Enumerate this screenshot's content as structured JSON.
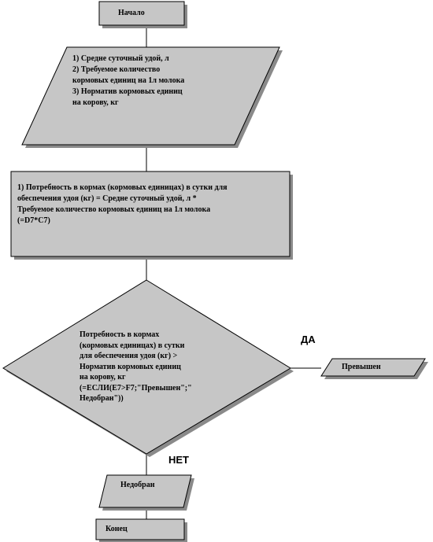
{
  "diagram": {
    "start": "Начало",
    "input": "1) Средне  суточный удой, л\n2)  Требуемое количество\nкормовых единиц  на 1л молока\n3)  Норматив  кормовых  единиц\nна корову, кг",
    "process": "1) Потребность  в кормах  (кормовых единицах)  в сутки для\nобеспечения удоя (кг)  = Средне  суточный удой, л *\nТребуемое количество кормовых единиц  на 1л молока\n(=D7*C7)",
    "decision": "Потребность  в кормах\n(кормовых единицах)  в сутки\nдля обеспечения удоя (кг) >\nНорматив  кормовых единиц\nна корову, кг\n(=ЕСЛИ(E7>F7;\"Превышен\";\"\nНедобран\"))",
    "yes_label": "ДА",
    "yes_output": "Превышен",
    "no_label": "НЕТ",
    "no_output": "Недобран",
    "end": "Конец",
    "colors": {
      "fill": "#c6c6c6",
      "shadow": "#8a8a8a",
      "stroke": "#000000"
    }
  }
}
